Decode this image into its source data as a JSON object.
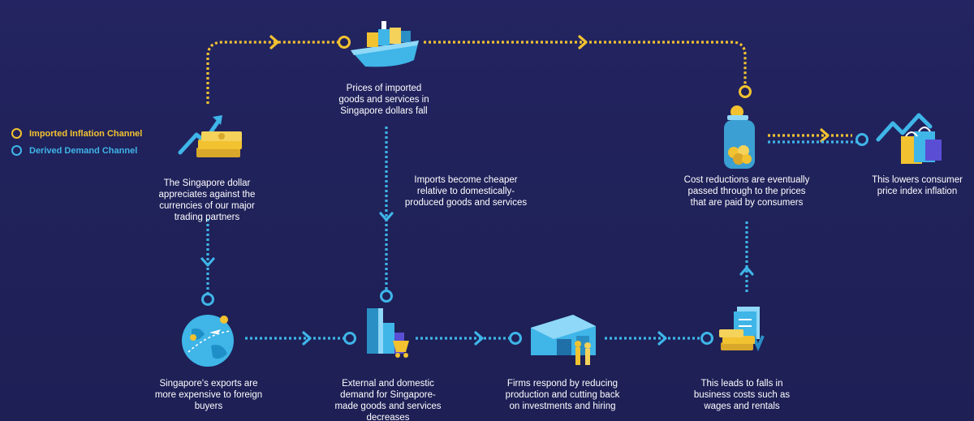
{
  "legend": {
    "imported": "Imported Inflation Channel",
    "derived": "Derived Demand Channel"
  },
  "colors": {
    "imported": "#f2c230",
    "derived": "#3fb5e8",
    "background": "#1f2158",
    "text": "#ffffff"
  },
  "nodes": {
    "sgd_appreciates": "The Singapore dollar appreciates against the currencies of our major trading partners",
    "import_prices_fall": "Prices of imported goods and services in Singapore dollars fall",
    "imports_cheaper": "Imports become cheaper relative to domestically-produced goods and services",
    "cost_reductions": "Cost reductions are eventually passed through to the prices that are paid by consumers",
    "lowers_cpi": "This lowers consumer price index inflation",
    "exports_expensive": "Singapore's exports are more expensive to foreign buyers",
    "demand_decreases": "External and domestic demand for Singapore-made goods and services decreases",
    "firms_respond": "Firms respond by reducing production and cutting back on investments and hiring",
    "business_costs": "This leads to falls in business costs such as wages and rentals"
  },
  "icons": {
    "sgd": "rising-arrow-money-icon",
    "ship": "container-ship-icon",
    "jar": "coin-jar-icon",
    "shopping": "shopping-bags-chart-icon",
    "globe": "globe-plane-icon",
    "bars": "bar-chart-cart-icon",
    "factory": "factory-workers-icon",
    "costs": "documents-money-icon"
  }
}
